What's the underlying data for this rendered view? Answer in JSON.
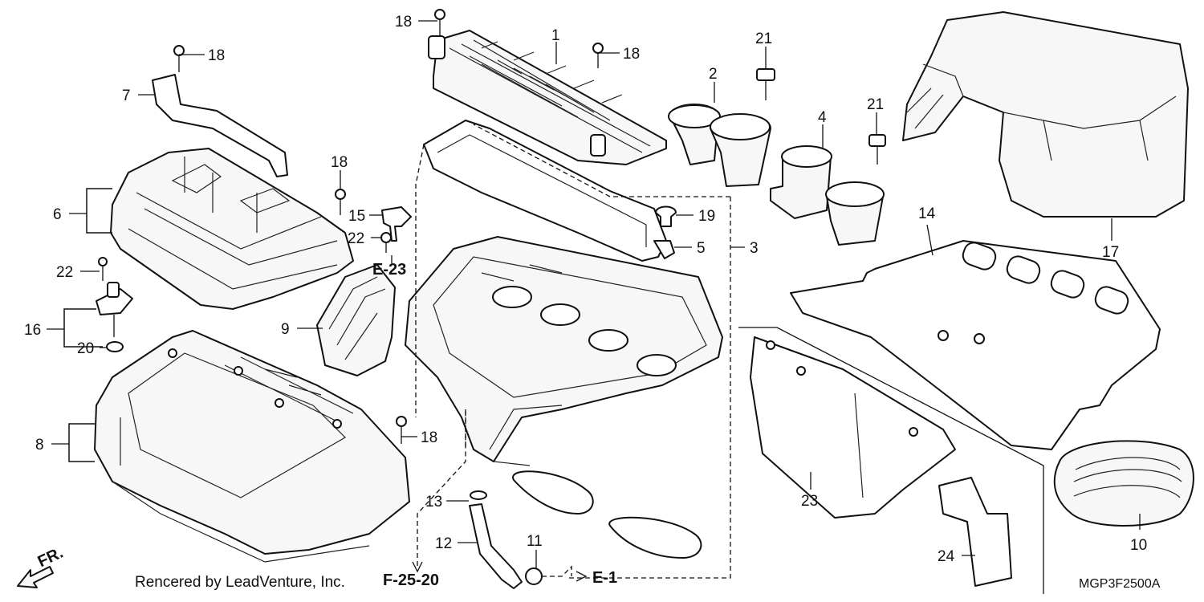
{
  "callouts": [
    {
      "id": "c1",
      "text": "1"
    },
    {
      "id": "c2",
      "text": "2"
    },
    {
      "id": "c3",
      "text": "3"
    },
    {
      "id": "c4",
      "text": "4"
    },
    {
      "id": "c5",
      "text": "5"
    },
    {
      "id": "c6",
      "text": "6"
    },
    {
      "id": "c7",
      "text": "7"
    },
    {
      "id": "c8",
      "text": "8"
    },
    {
      "id": "c9",
      "text": "9"
    },
    {
      "id": "c10",
      "text": "10"
    },
    {
      "id": "c11",
      "text": "11"
    },
    {
      "id": "c12",
      "text": "12"
    },
    {
      "id": "c13",
      "text": "13"
    },
    {
      "id": "c14",
      "text": "14"
    },
    {
      "id": "c15",
      "text": "15"
    },
    {
      "id": "c16",
      "text": "16"
    },
    {
      "id": "c17",
      "text": "17"
    },
    {
      "id": "c18a",
      "text": "18"
    },
    {
      "id": "c18b",
      "text": "18"
    },
    {
      "id": "c18c",
      "text": "18"
    },
    {
      "id": "c18d",
      "text": "18"
    },
    {
      "id": "c18e",
      "text": "18"
    },
    {
      "id": "c19",
      "text": "19"
    },
    {
      "id": "c20",
      "text": "20"
    },
    {
      "id": "c21a",
      "text": "21"
    },
    {
      "id": "c21b",
      "text": "21"
    },
    {
      "id": "c22a",
      "text": "22"
    },
    {
      "id": "c22b",
      "text": "22"
    },
    {
      "id": "c23",
      "text": "23"
    },
    {
      "id": "c24",
      "text": "24"
    }
  ],
  "references": {
    "e23": "E-23",
    "f2520": "F-25-20",
    "e1": "E-1",
    "front": "FR."
  },
  "credit": "Rencered by LeadVenture, Inc.",
  "diagram_code": "MGP3F2500A"
}
